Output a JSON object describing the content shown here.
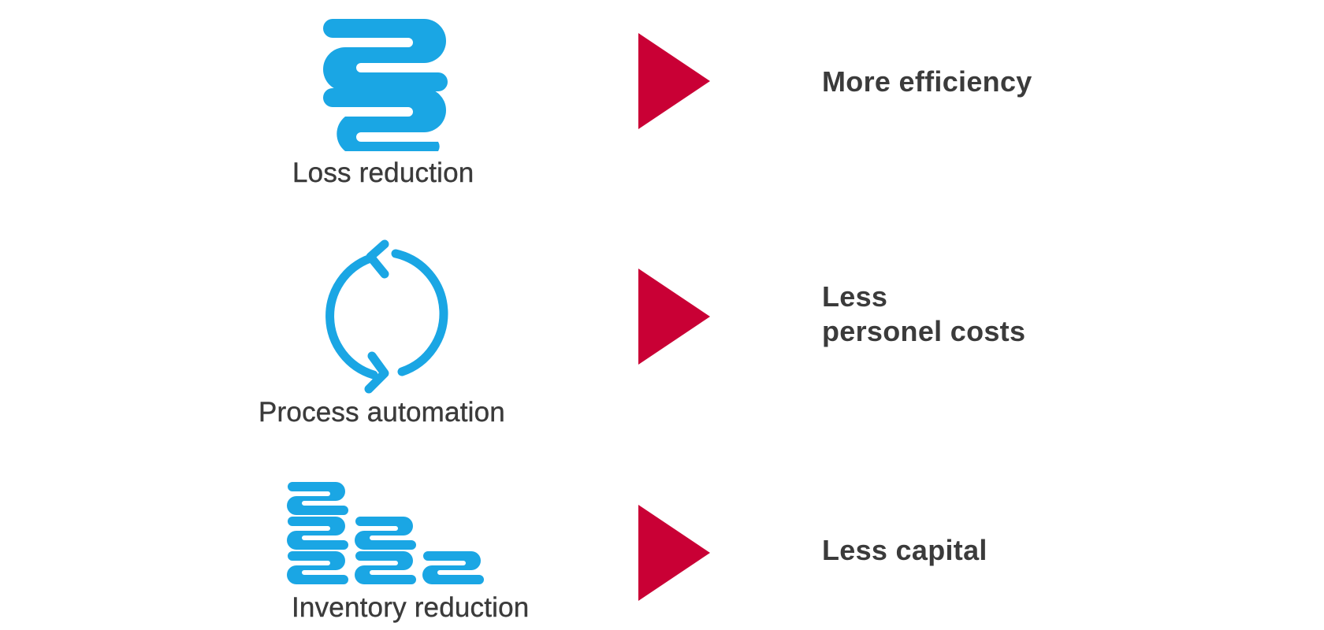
{
  "colors": {
    "icon_blue": "#1aa6e4",
    "arrow_red": "#c90035",
    "text_dark": "#3b3b3b"
  },
  "rows": [
    {
      "icon": "stacked-coil-icon",
      "cause": "Loss reduction",
      "result": "More efficiency"
    },
    {
      "icon": "cycle-arrows-icon",
      "cause": "Process automation",
      "result_line1": "Less",
      "result_line2": "personel costs"
    },
    {
      "icon": "descending-coils-icon",
      "cause": "Inventory reduction",
      "result": "Less capital"
    }
  ]
}
